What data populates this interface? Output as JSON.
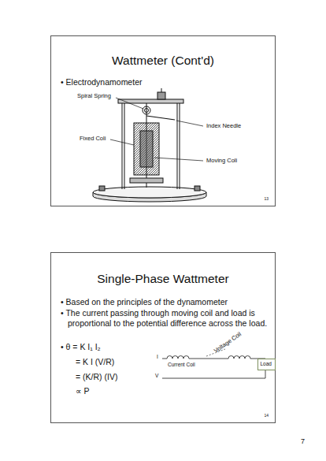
{
  "diagram": {
    "nodes": [
      {
        "text": [
          "Wattmeter (Cont'd)",
          "• Electrodynamometer",
          "13"
        ]
      },
      {
        "text": [
          "Single-Phase Wattmeter",
          "• Based on the principles of the dynamometer",
          "• The current passing through moving coil and load is proportional to the potential difference across the load.",
          "• θ = K I₁ I₂",
          "= K I (V/R)",
          "= (K/R) (IV)",
          "∝ P",
          "14"
        ]
      },
      {
        "text": [
          "Load"
        ],
        "in": 1
      }
    ],
    "labels": [
      "Spiral Spring",
      "Index Needle",
      "Fixed Coli",
      "Moving Coli",
      "Voltage Coil",
      "Current Coil",
      "I",
      "V",
      "7"
    ]
  }
}
